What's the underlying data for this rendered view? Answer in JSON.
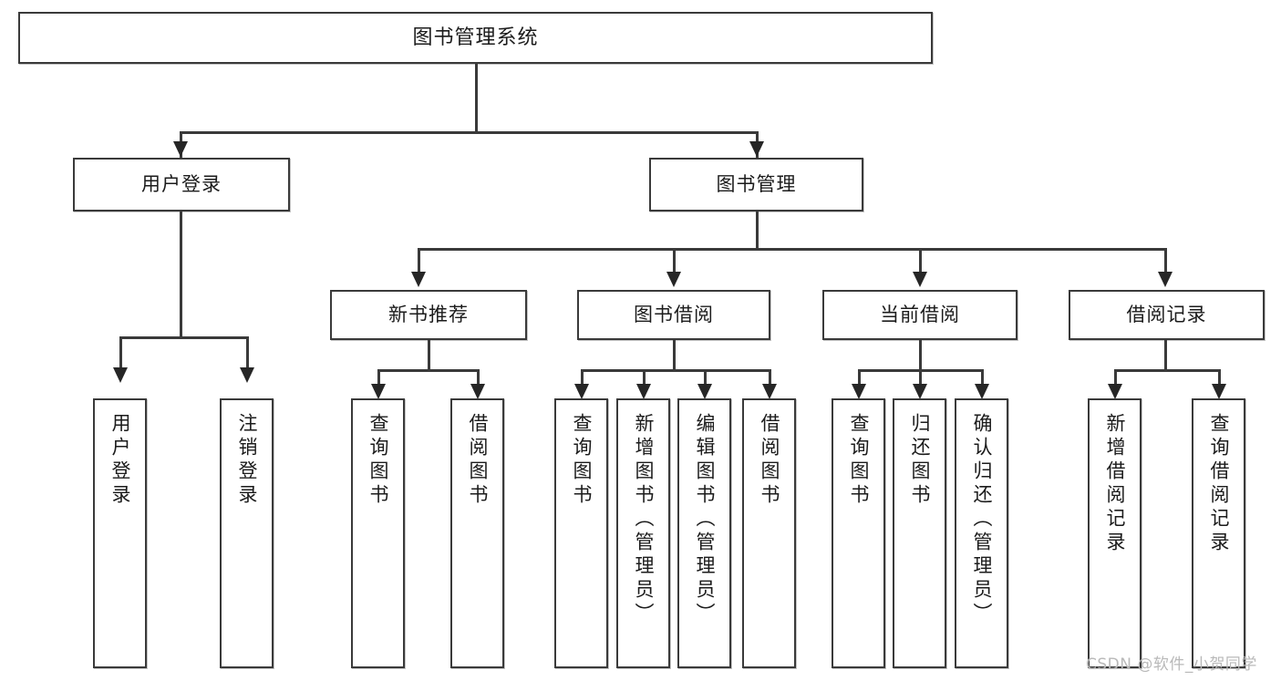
{
  "diagram": {
    "title": "图书管理系统",
    "type": "tree",
    "orientation": "top-down",
    "colors": {
      "box_border": "#3a3a3a",
      "box_fill": "#ffffff",
      "connector": "#3a3a3a",
      "text": "#1b1b1b",
      "background": "#ffffff",
      "watermark": "#b9b9b9"
    },
    "root": {
      "label": "图书管理系统"
    },
    "level1": [
      {
        "label": "用户登录"
      },
      {
        "label": "图书管理"
      }
    ],
    "level2": [
      {
        "label": "新书推荐"
      },
      {
        "label": "图书借阅"
      },
      {
        "label": "当前借阅"
      },
      {
        "label": "借阅记录"
      }
    ],
    "leaves": {
      "user_login": [
        {
          "label": "用户登录"
        },
        {
          "label": "注销登录"
        }
      ],
      "new_book_recommend": [
        {
          "label": "查询图书"
        },
        {
          "label": "借阅图书"
        }
      ],
      "book_borrow": [
        {
          "label": "查询图书"
        },
        {
          "label": "新增图书（管理员）"
        },
        {
          "label": "编辑图书（管理员）"
        },
        {
          "label": "借阅图书"
        }
      ],
      "current_borrow": [
        {
          "label": "查询图书"
        },
        {
          "label": "归还图书"
        },
        {
          "label": "确认归还（管理员）"
        }
      ],
      "borrow_record": [
        {
          "label": "新增借阅记录"
        },
        {
          "label": "查询借阅记录"
        }
      ]
    }
  },
  "watermark": {
    "text": "CSDN @软件_小贺同学"
  }
}
